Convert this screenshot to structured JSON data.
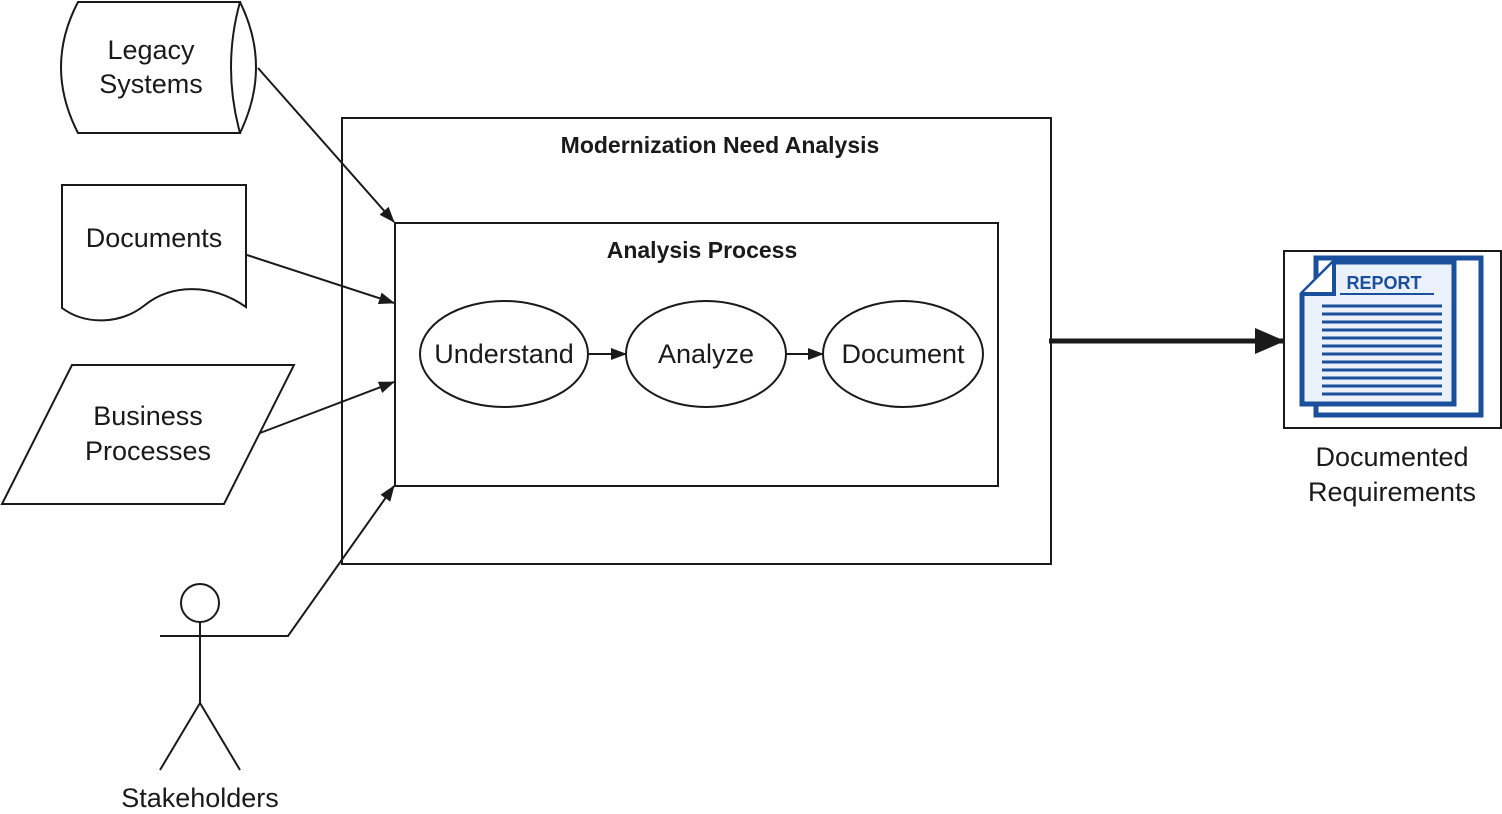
{
  "inputs": {
    "legacy_systems": [
      "Legacy",
      "Systems"
    ],
    "documents": "Documents",
    "business_processes": [
      "Business",
      "Processes"
    ],
    "stakeholders": "Stakeholders"
  },
  "outer_box": {
    "title": "Modernization Need Analysis"
  },
  "inner_box": {
    "title": "Analysis Process",
    "steps": [
      "Understand",
      "Analyze",
      "Document"
    ]
  },
  "output": {
    "report_icon_text": "REPORT",
    "label": [
      "Documented",
      "Requirements"
    ]
  },
  "colors": {
    "line": "#1a1a1a",
    "report_blue": "#1a4f9c",
    "report_light": "#eaf1fb"
  }
}
